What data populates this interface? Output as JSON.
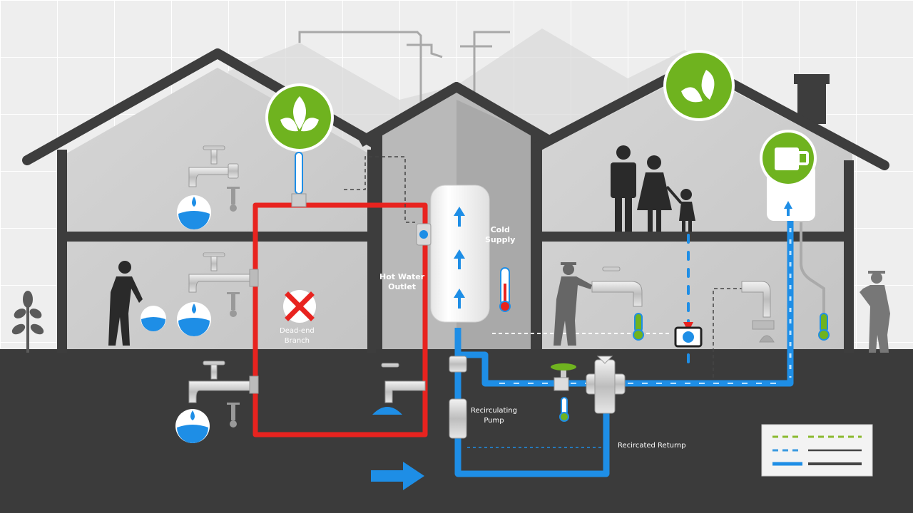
{
  "diagram": {
    "subject": "Hot water recirculation system in a house",
    "labels": {
      "cold_supply": [
        "Cold",
        "Supply"
      ],
      "hot_water_outlet": [
        "Hot Water",
        "Outlet"
      ],
      "dead_end_branch": [
        "Dead-end",
        "Branch"
      ],
      "recirculating_pump": [
        "Recirculating",
        "Pump"
      ],
      "recirculated_return": "Recircated Returnp"
    },
    "icons": [
      "leaf-badge-icon",
      "leaf-badge-icon",
      "coffee-cup-badge-icon",
      "dead-end-x-icon",
      "thermometer-icon",
      "flow-arrow-icon",
      "faucet-icon",
      "water-drop-icon",
      "family-icon",
      "person-icon",
      "plant-icon",
      "pump-icon",
      "valve-icon",
      "control-box-icon"
    ],
    "legend": {
      "entries": [
        {
          "sample": "green-dashed",
          "line": "green-dashed"
        },
        {
          "sample": "blue-dashed",
          "line": "dark-solid"
        },
        {
          "sample": "blue-solid",
          "line": "dark-solid-thick"
        }
      ]
    },
    "colors": {
      "hot_pipe": "#e8231f",
      "cold_pipe": "#1e8ee6",
      "eco_green": "#6fb31f",
      "house_outline": "#3d3d3d",
      "ground": "#3b3b3b",
      "background": "#f1f1f1"
    }
  }
}
